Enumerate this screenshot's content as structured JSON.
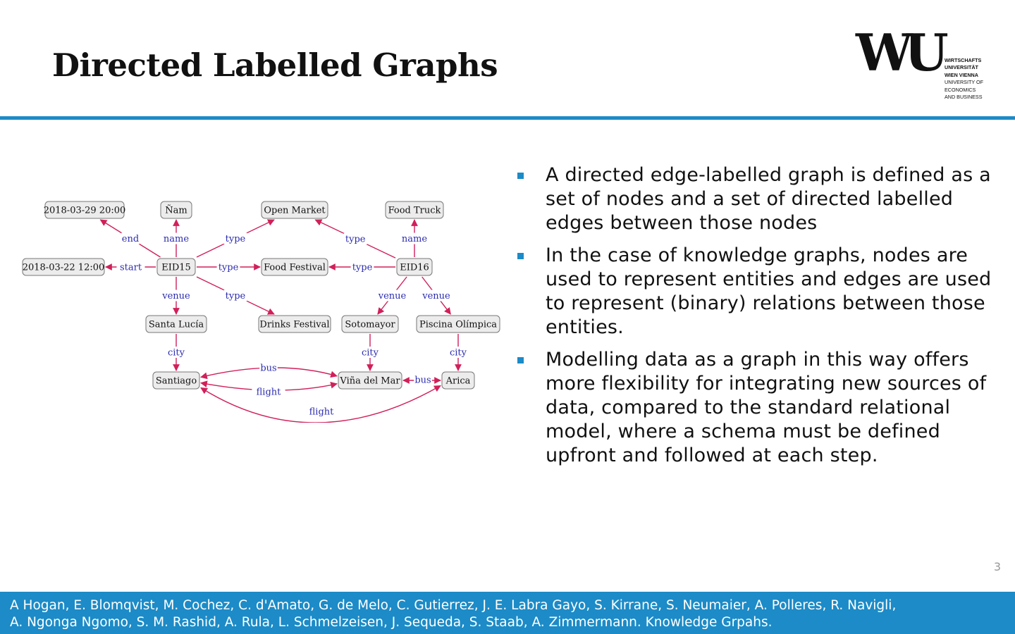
{
  "slide": {
    "title": "Directed Labelled Graphs",
    "page_number": "3",
    "accent_color": "#1c8bc7"
  },
  "logo": {
    "mark": "WU",
    "lines": [
      "WIRTSCHAFTS",
      "UNIVERSITÄT",
      "WIEN VIENNA",
      "UNIVERSITY OF",
      "ECONOMICS",
      "AND BUSINESS"
    ]
  },
  "bullets": [
    "A directed edge-labelled graph is defined as a set of nodes and a set of directed labelled edges between those nodes",
    "In the case of knowledge graphs, nodes are used to represent entities and edges are used to represent (binary) relations between those entities.",
    "Modelling data as a graph in this way offers more flexibility for integrating new sources of data, compared to the standard relational model, where a schema must be defined upfront and followed at each step."
  ],
  "graph": {
    "nodes": [
      {
        "id": "d1",
        "label": "2018-03-29 20:00"
      },
      {
        "id": "nam",
        "label": "Ñam"
      },
      {
        "id": "om",
        "label": "Open Market"
      },
      {
        "id": "ft",
        "label": "Food Truck"
      },
      {
        "id": "d2",
        "label": "2018-03-22 12:00"
      },
      {
        "id": "e15",
        "label": "EID15"
      },
      {
        "id": "ff",
        "label": "Food Festival"
      },
      {
        "id": "e16",
        "label": "EID16"
      },
      {
        "id": "sl",
        "label": "Santa Lucía"
      },
      {
        "id": "df",
        "label": "Drinks Festival"
      },
      {
        "id": "so",
        "label": "Sotomayor"
      },
      {
        "id": "po",
        "label": "Piscina Olímpica"
      },
      {
        "id": "sa",
        "label": "Santiago"
      },
      {
        "id": "vm",
        "label": "Viña del Mar"
      },
      {
        "id": "ar",
        "label": "Arica"
      }
    ],
    "edges": [
      {
        "from": "e15",
        "to": "d1",
        "label": "end"
      },
      {
        "from": "e15",
        "to": "nam",
        "label": "name"
      },
      {
        "from": "e15",
        "to": "om",
        "label": "type"
      },
      {
        "from": "e15",
        "to": "d2",
        "label": "start"
      },
      {
        "from": "e15",
        "to": "ff",
        "label": "type"
      },
      {
        "from": "e15",
        "to": "sl",
        "label": "venue"
      },
      {
        "from": "e15",
        "to": "df",
        "label": "type"
      },
      {
        "from": "e16",
        "to": "om",
        "label": "type"
      },
      {
        "from": "e16",
        "to": "ft",
        "label": "name"
      },
      {
        "from": "e16",
        "to": "ff",
        "label": "type"
      },
      {
        "from": "e16",
        "to": "so",
        "label": "venue"
      },
      {
        "from": "e16",
        "to": "po",
        "label": "venue"
      },
      {
        "from": "sl",
        "to": "sa",
        "label": "city"
      },
      {
        "from": "so",
        "to": "vm",
        "label": "city"
      },
      {
        "from": "po",
        "to": "ar",
        "label": "city"
      },
      {
        "from": "sa",
        "to": "vm",
        "label": "bus",
        "bidirectional": true
      },
      {
        "from": "sa",
        "to": "vm",
        "label": "flight",
        "bidirectional": true
      },
      {
        "from": "vm",
        "to": "ar",
        "label": "bus",
        "bidirectional": true
      },
      {
        "from": "sa",
        "to": "ar",
        "label": "flight",
        "bidirectional": true
      }
    ]
  },
  "footer": {
    "line1": "A Hogan, E. Blomqvist, M. Cochez, C. d'Amato, G. de Melo, C. Gutierrez, J. E. Labra Gayo, S. Kirrane, S. Neumaier, A. Polleres, R. Navigli,",
    "line2": "A. Ngonga Ngomo, S. M. Rashid, A. Rula, L. Schmelzeisen, J. Sequeda, S. Staab, A. Zimmermann. Knowledge Grpahs."
  }
}
